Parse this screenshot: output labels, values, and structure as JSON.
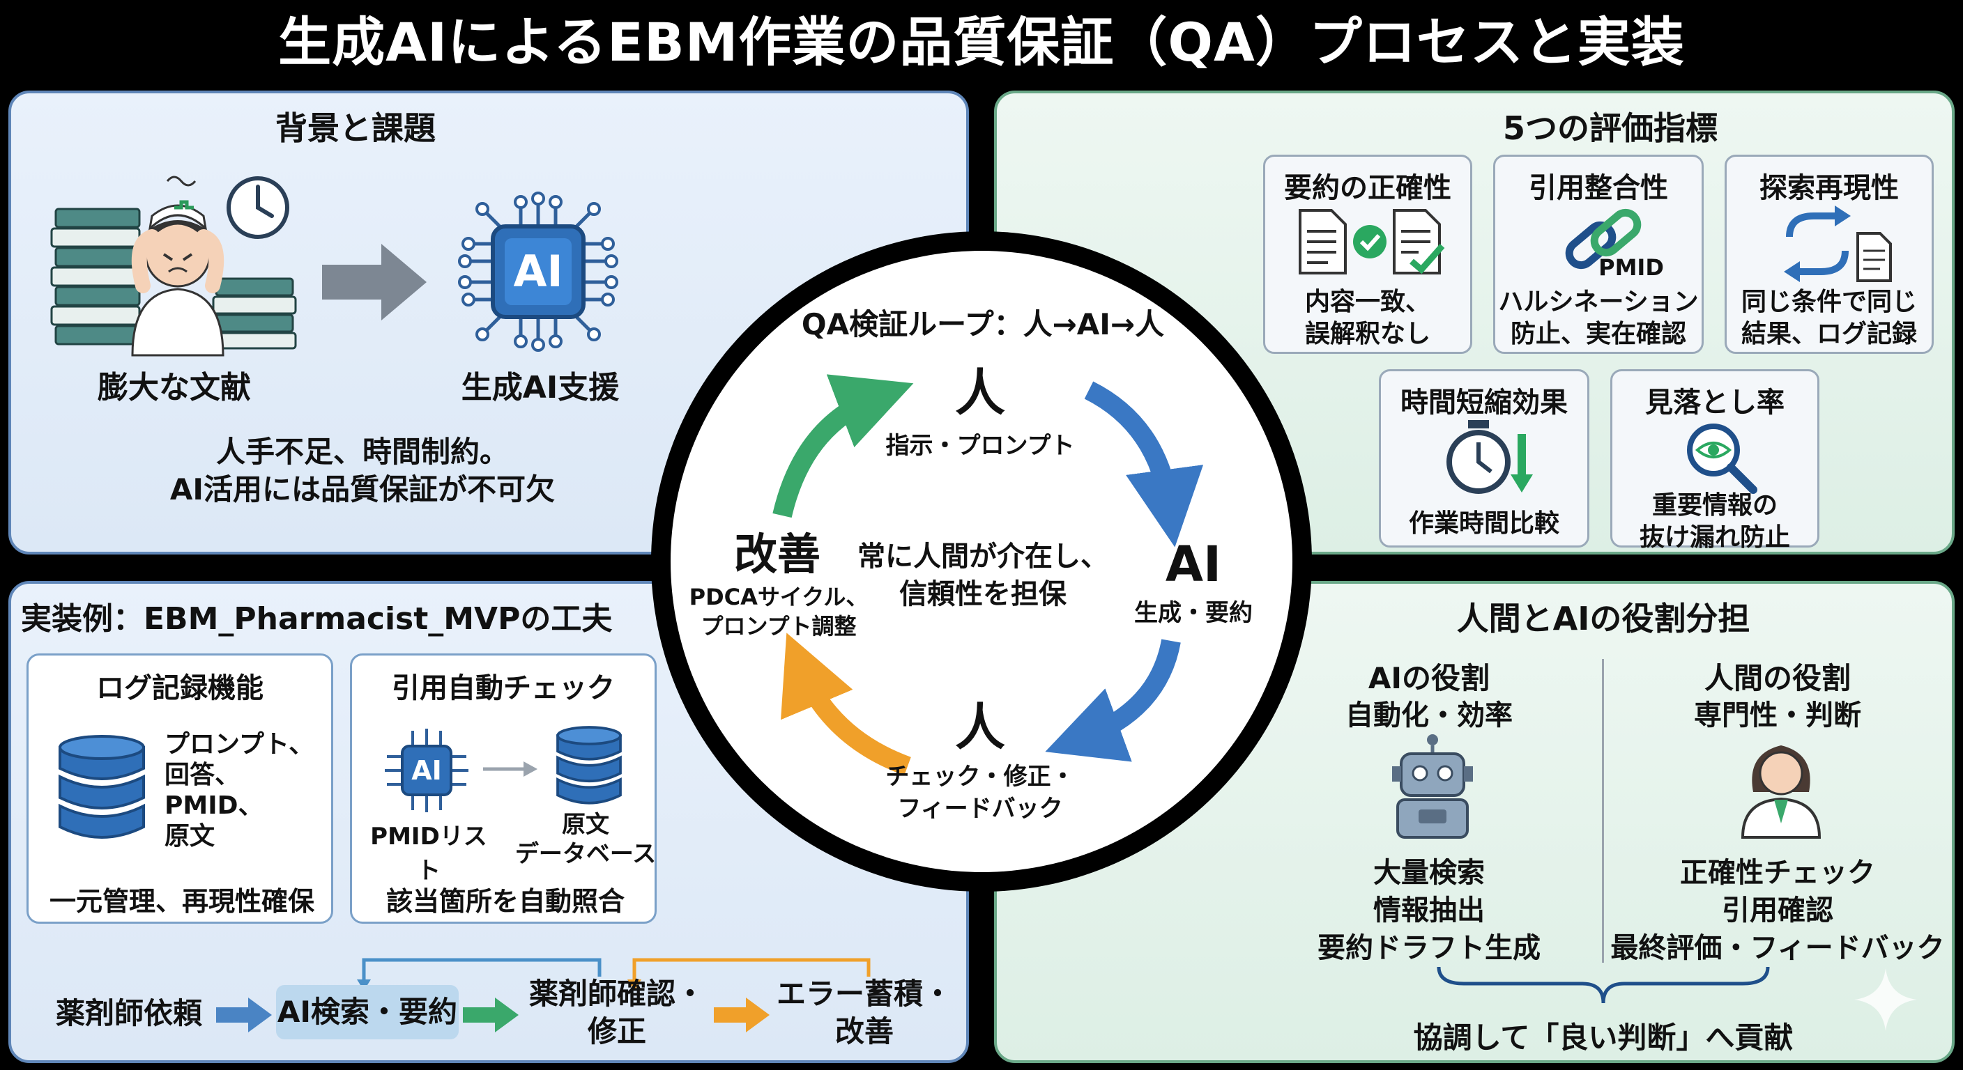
{
  "title": "生成AIによるEBM作業の品質保証（QA）プロセスと実装",
  "background": {
    "title": "背景と課題",
    "literature_label": "膨大な文献",
    "ai_label": "生成AI支援",
    "chip_text": "AI",
    "summary": "人手不足、時間制約。\nAI活用には品質保証が不可欠"
  },
  "metrics": {
    "title": "5つの評価指標",
    "cards": [
      {
        "title": "要約の正確性",
        "desc": "内容一致、\n誤解釈なし"
      },
      {
        "title": "引用整合性",
        "desc": "ハルシネーション\n防止、実在確認",
        "badge": "PMID"
      },
      {
        "title": "探索再現性",
        "desc": "同じ条件で同じ\n結果、ログ記録"
      },
      {
        "title": "時間短縮効果",
        "desc": "作業時間比較"
      },
      {
        "title": "見落とし率",
        "desc": "重要情報の\n抜け漏れ防止"
      }
    ]
  },
  "loop": {
    "title": "QA検証ループ：人→AI→人",
    "top": {
      "head": "人",
      "sub": "指示・プロンプト"
    },
    "right": {
      "head": "AI",
      "sub": "生成・要約"
    },
    "bottom": {
      "head": "人",
      "sub": "チェック・修正・\nフィードバック"
    },
    "left": {
      "head": "改善",
      "sub": "PDCAサイクル、\nプロンプト調整"
    },
    "center": "常に人間が介在し、\n信頼性を担保"
  },
  "implementation": {
    "title": "実装例：EBM_Pharmacist_MVPの工夫",
    "log": {
      "title": "ログ記録機能",
      "items": "プロンプト、\n回答、\nPMID、\n原文",
      "footer": "一元管理、再現性確保"
    },
    "citation": {
      "title": "引用自動チェック",
      "left": "PMIDリスト",
      "right": "原文\nデータベース",
      "footer": "該当箇所を自動照合",
      "chip_text": "AI"
    },
    "flow": [
      "薬剤師依頼",
      "AI検索・要約",
      "薬剤師確認・\n修正",
      "エラー蓄積・\n改善"
    ]
  },
  "roles": {
    "title": "人間とAIの役割分担",
    "ai": {
      "title": "AIの役割",
      "sub": "自動化・効率",
      "tasks": "大量検索\n情報抽出\n要約ドラフト生成"
    },
    "human": {
      "title": "人間の役割",
      "sub": "専門性・判断",
      "tasks": "正確性チェック\n引用確認\n最終評価・フィードバック"
    },
    "footer": "協調して「良い判断」へ貢献"
  },
  "colors": {
    "blue": "#3a78c4",
    "green": "#3aa86b",
    "orange": "#f0a02a",
    "navy": "#1f4f8a"
  }
}
